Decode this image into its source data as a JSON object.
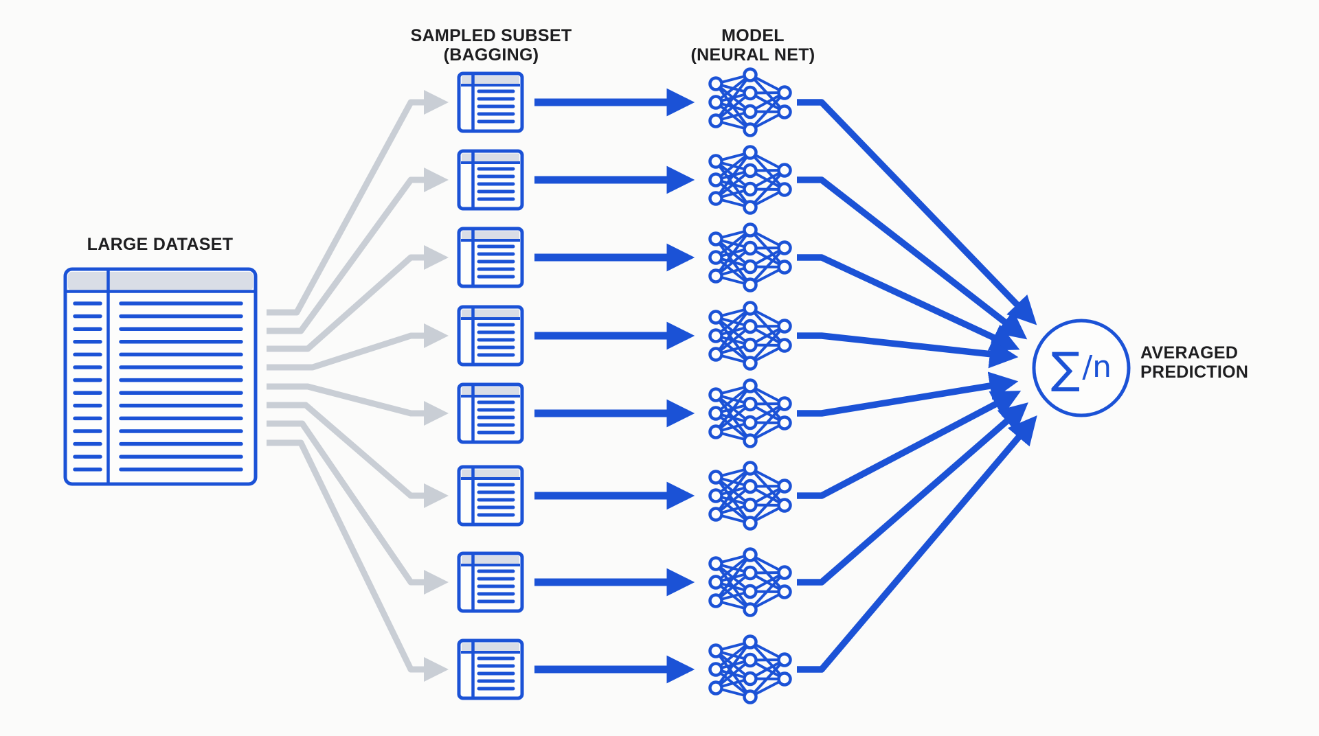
{
  "labels": {
    "dataset": "LARGE DATASET",
    "subset_line1": "SAMPLED SUBSET",
    "subset_line2": "(BAGGING)",
    "model_line1": "MODEL",
    "model_line2": "(NEURAL NET)",
    "prediction_line1": "AVERAGED",
    "prediction_line2": "PREDICTION"
  },
  "aggregator": {
    "sigma": "∑",
    "divisor": "/n"
  },
  "diagram": {
    "row_count": 8,
    "dataset_rows": 14,
    "subset_body_lines": 5,
    "neural_net_layers": [
      3,
      4,
      2
    ],
    "colors": {
      "accent_blue": "#1b52d6",
      "arrow_gray": "#c9ced5",
      "header_fill": "#d9dde6",
      "icon_fill": "#fdfdfc",
      "text": "#1e1e20",
      "background": "#fbfbfa"
    },
    "icons": {
      "dataset": "data-table-icon",
      "subset": "mini-table-icon",
      "model": "neural-network-icon",
      "aggregate": "sum-over-n-circle-icon"
    }
  }
}
